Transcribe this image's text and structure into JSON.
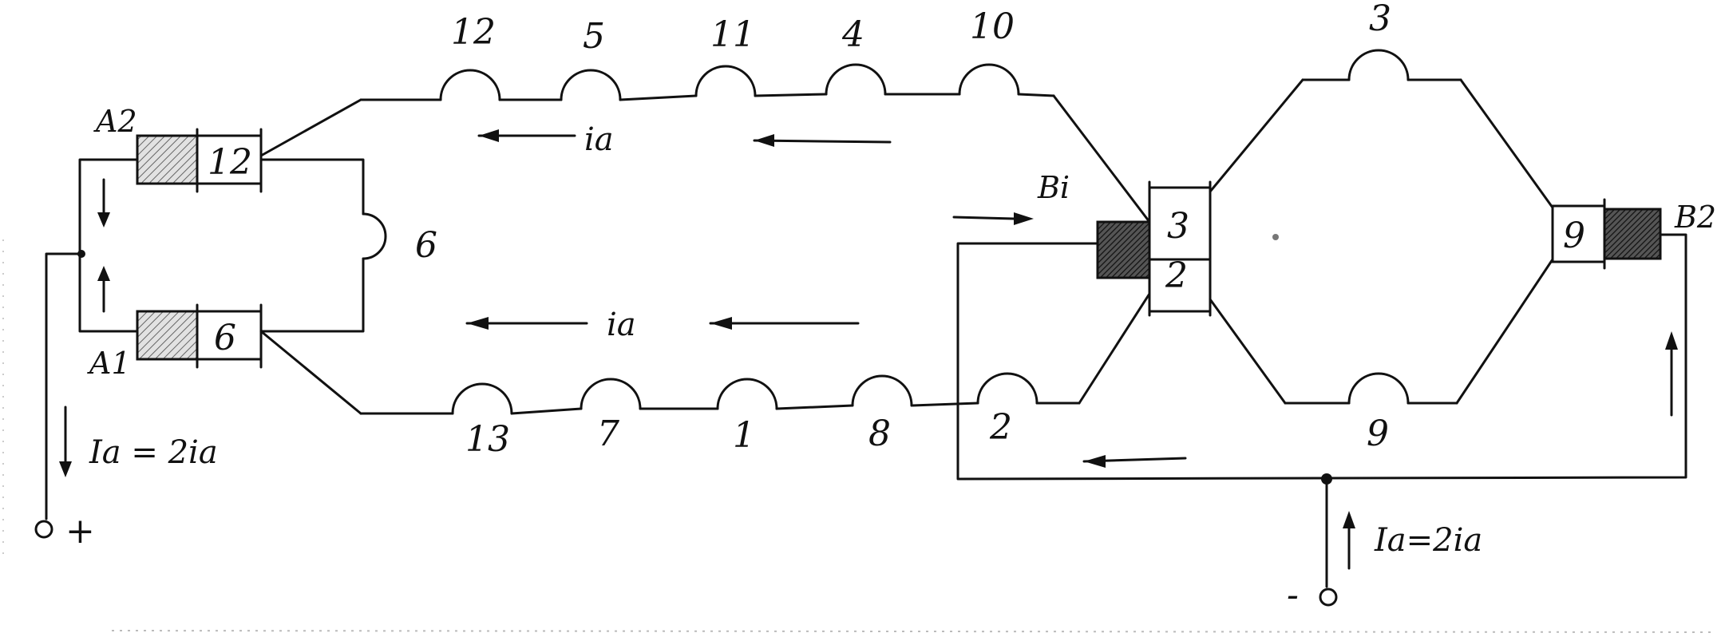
{
  "diagram": {
    "top_coils": [
      "12",
      "5",
      "11",
      "4",
      "10"
    ],
    "bottom_coils": [
      "13",
      "7",
      "1",
      "8",
      "2"
    ],
    "upper_right_coil": "3",
    "lower_right_coil": "9",
    "loop_coil": "6",
    "brushes": {
      "a2": {
        "label": "A2",
        "segment": "12"
      },
      "a1": {
        "label": "A1",
        "segment": "6"
      },
      "b1": {
        "label": "Bi",
        "segments": [
          "3",
          "2"
        ]
      },
      "b2": {
        "label": "B2",
        "segment": "9"
      }
    },
    "branch_current_top": "ia",
    "branch_current_bottom": "ia",
    "total_current_left": "Ia = 2ia",
    "total_current_right": "Ia=2ia",
    "terminal_plus": "+",
    "terminal_minus": "-"
  }
}
